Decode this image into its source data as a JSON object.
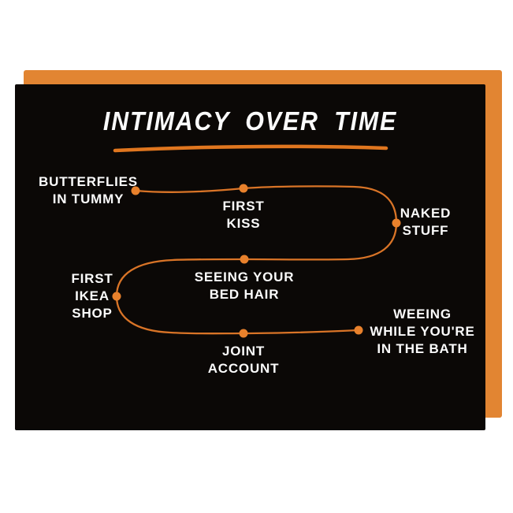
{
  "colors": {
    "page_bg": "#ffffff",
    "envelope": "#e28532",
    "card_bg": "#0b0806",
    "line": "#d97427",
    "dot": "#e8812c",
    "ink": "#fbfbfb",
    "underline": "#e0761f"
  },
  "card": {
    "title": "INTIMACY OVER TIME",
    "milestones": [
      {
        "name": "butterflies-in-tummy",
        "lines": [
          "BUTTERFLIES",
          "IN TUMMY"
        ]
      },
      {
        "name": "first-kiss",
        "lines": [
          "FIRST",
          "KISS"
        ]
      },
      {
        "name": "naked-stuff",
        "lines": [
          "NAKED",
          "STUFF"
        ]
      },
      {
        "name": "seeing-your-bed-hair",
        "lines": [
          "SEEING YOUR",
          "BED HAIR"
        ]
      },
      {
        "name": "first-ikea-shop",
        "lines": [
          "FIRST",
          "IKEA",
          "SHOP"
        ]
      },
      {
        "name": "joint-account",
        "lines": [
          "JOINT",
          "ACCOUNT"
        ]
      },
      {
        "name": "weeing-while-youre-in-the-bath",
        "lines": [
          "WEEING",
          "WHILE YOU'RE",
          "IN THE BATH"
        ]
      }
    ]
  }
}
